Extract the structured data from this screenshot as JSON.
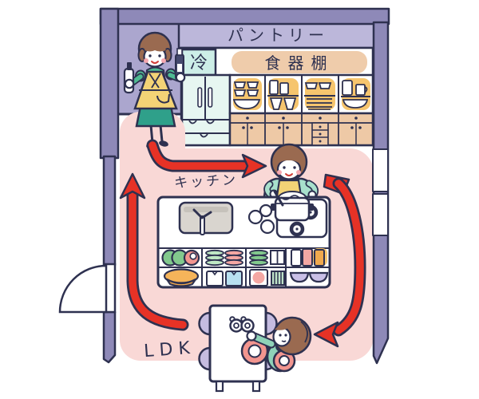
{
  "scene": {
    "type": "kitchen-floor-plan-flow-illustration",
    "labels": {
      "pantry": "パントリー",
      "refrigerator": "冷",
      "dish_cabinet": "食器棚",
      "kitchen": "キッチン",
      "living_area": "LDK"
    },
    "figures": [
      {
        "name": "woman-carrying-bottles",
        "location": "pantry-doorway"
      },
      {
        "name": "person-cooking-at-stove",
        "location": "kitchen-island"
      },
      {
        "name": "child-carrying-plates",
        "location": "dining-table"
      }
    ],
    "flow_arrows": [
      {
        "name": "arrow-pantry-to-kitchen",
        "direction": "right"
      },
      {
        "name": "arrow-kitchen-to-dining",
        "direction": "down-then-left"
      },
      {
        "name": "arrow-dining-to-pantry",
        "direction": "up"
      }
    ],
    "objects": [
      "refrigerator",
      "dish-shelves",
      "lower-cabinets",
      "kitchen-island",
      "sink",
      "faucet",
      "stove",
      "cooking-pot",
      "open-dish-shelves",
      "dining-table",
      "chairs",
      "cups-on-table",
      "door-swing",
      "window"
    ],
    "colors": {
      "outline": "#2e3150",
      "wall": "#8e89b8",
      "doorway": "#aba6ce",
      "pantry_band": "#bcb7da",
      "floor_path_pink": "#f9d8d6",
      "arrow_red": "#e63226",
      "fridge_label_mint": "#cdeee7",
      "fridge_body": "#e7f6f1",
      "cabinet_peach": "#eec9a6",
      "shelf_label_peach": "#efccab",
      "shelf_highlight_orange": "#f6c56e",
      "dish_green": "#82c98d",
      "dish_mint": "#bfe8c4",
      "dish_pink": "#f2958f",
      "dish_blue": "#b8e0f0",
      "dish_purple": "#c9bfe6",
      "dish_orange": "#f5b45a",
      "clothes_teal": "#8fd2b8",
      "clothes_mint": "#a8e0cc",
      "shirt_green": "#4fba92",
      "apron_yellow": "#f3d376",
      "skirt_teal": "#2fa08a",
      "hair_brown": "#9a6a50",
      "chair_purple": "#c5bce0",
      "sink_gray": "#d9d5cf"
    }
  }
}
